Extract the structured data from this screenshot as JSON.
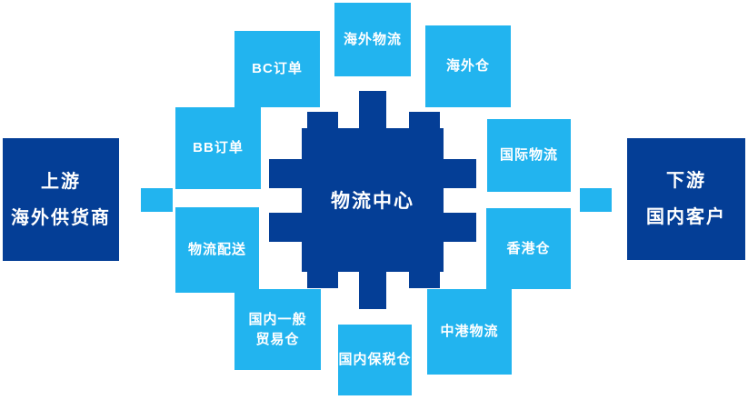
{
  "diagram": {
    "colors": {
      "accent_light": "#22B4EF",
      "accent_dark": "#043E96",
      "text": "#FFFFFF",
      "background": "#FFFFFF"
    },
    "center": {
      "label": "物流中心"
    },
    "upstream": {
      "line1": "上游",
      "line2": "海外供货商"
    },
    "downstream": {
      "line1": "下游",
      "line2": "国内客户"
    },
    "satellites": {
      "overseas_logistics": "海外物流",
      "bc_orders": "BC订单",
      "overseas_warehouse": "海外仓",
      "bb_orders": "BB订单",
      "international_logistics": "国际物流",
      "logistics_delivery": "物流配送",
      "hongkong_warehouse": "香港仓",
      "domestic_general_trade_warehouse_line1": "国内一般",
      "domestic_general_trade_warehouse_line2": "贸易仓",
      "domestic_bonded_warehouse": "国内保税仓",
      "china_hongkong_logistics": "中港物流"
    }
  }
}
